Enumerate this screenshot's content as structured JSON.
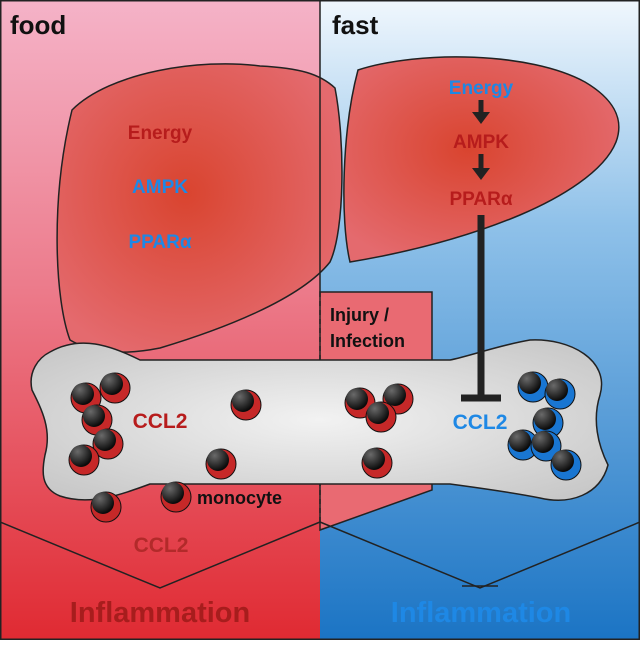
{
  "panels": {
    "left": {
      "title": "food"
    },
    "right": {
      "title": "fast"
    }
  },
  "liver_left": {
    "energy": "Energy",
    "ampk": "AMPK",
    "ppara": "PPARα"
  },
  "liver_right": {
    "energy": "Energy",
    "ampk": "AMPK",
    "ppara": "PPARα"
  },
  "injury_box": {
    "line1": "Injury /",
    "line2": "Infection"
  },
  "bone": {
    "left_ccl2": "CCL2",
    "right_ccl2": "CCL2",
    "monocyte": "monocyte"
  },
  "blood_ccl2": "CCL2",
  "outcome": {
    "left": "Inflammation",
    "right": "Inflammation"
  },
  "colors": {
    "food_bg_top": "#f4a7c0",
    "food_bg_bottom": "#e02a32",
    "fast_bg_top": "#e6f2fb",
    "fast_bg_bottom": "#1b74c4",
    "liver": "#e0534f",
    "red_text": "#b71c1c",
    "blue_text": "#1e88e5",
    "bone": "#d2d2d2",
    "monocyte_red": "#c62828",
    "monocyte_blue": "#1976d2"
  }
}
